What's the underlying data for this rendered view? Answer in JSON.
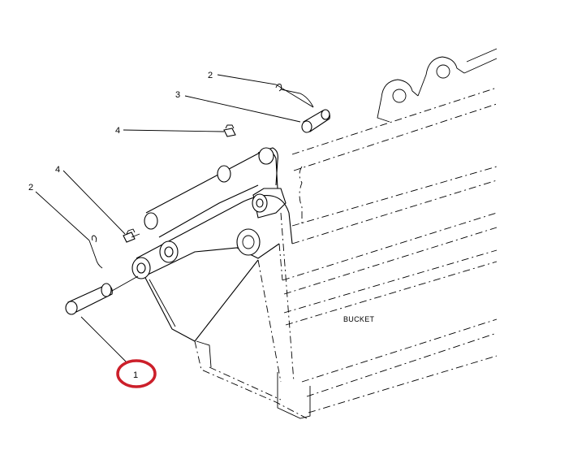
{
  "diagram": {
    "callouts": [
      {
        "id": "pin-1",
        "label": "1",
        "highlighted": true
      },
      {
        "id": "lock-2-left",
        "label": "2"
      },
      {
        "id": "lock-2-top",
        "label": "2"
      },
      {
        "id": "pin-3",
        "label": "3"
      },
      {
        "id": "fitting-4-left",
        "label": "4"
      },
      {
        "id": "fitting-4-top",
        "label": "4"
      }
    ],
    "part_label": "BUCKET",
    "highlight_color": "#cc1f2a",
    "line_color": "#000000",
    "background": "#ffffff"
  }
}
